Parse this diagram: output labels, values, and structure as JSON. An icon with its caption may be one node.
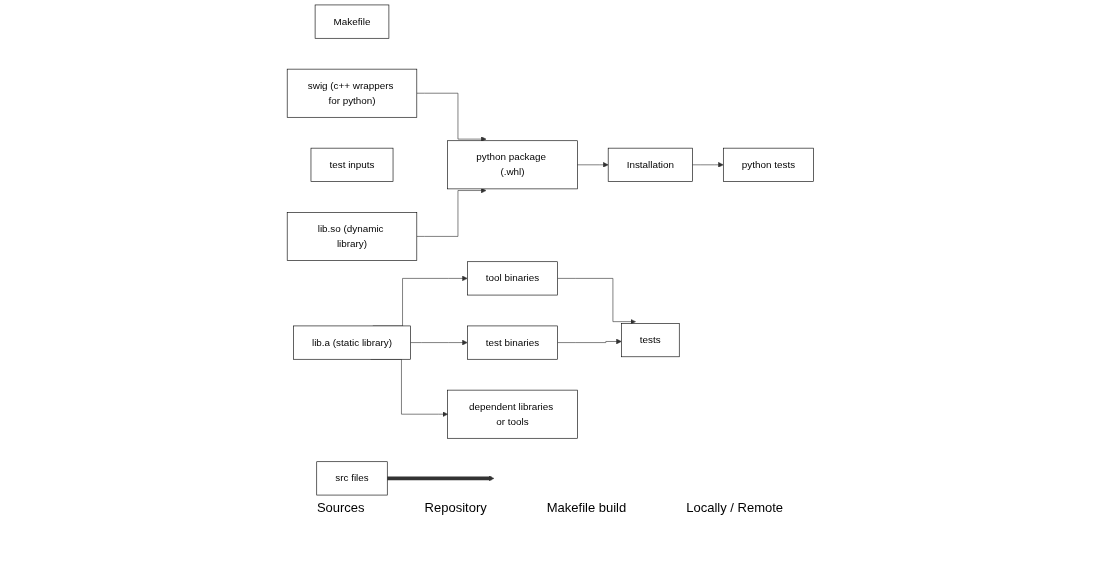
{
  "diagram": {
    "nodes": [
      {
        "text": [
          "Makefile"
        ]
      },
      {
        "text": [
          "src files"
        ]
      },
      {
        "text": [
          "test inputs"
        ]
      },
      {
        "text": [
          "swig (c++ wrappers for python)"
        ]
      },
      {
        "text": [
          "lib.so (dynamic library)"
        ]
      },
      {
        "text": [
          "lib.a (static library)"
        ]
      },
      {
        "text": [
          "python package (.whl)"
        ]
      },
      {
        "text": [
          "Installation"
        ]
      },
      {
        "text": [
          "python tests"
        ]
      },
      {
        "text": [
          "tool binaries"
        ]
      },
      {
        "text": [
          "test binaries"
        ]
      },
      {
        "text": [
          "dependent libraries or tools"
        ]
      },
      {
        "text": [
          "tests"
        ]
      }
    ],
    "edges": [
      {
        "from": 1,
        "to": null,
        "arrow": "to",
        "style": "thick"
      },
      {
        "from": 3,
        "to": 6,
        "arrow": "to"
      },
      {
        "from": 4,
        "to": 6,
        "arrow": "to"
      },
      {
        "from": 6,
        "to": 7,
        "arrow": "to"
      },
      {
        "from": 7,
        "to": 8,
        "arrow": "to"
      },
      {
        "from": 5,
        "to": 9,
        "arrow": "to"
      },
      {
        "from": 5,
        "to": 10,
        "arrow": "to"
      },
      {
        "from": 5,
        "to": 11,
        "arrow": "to"
      },
      {
        "from": 9,
        "to": 12,
        "arrow": "to"
      },
      {
        "from": 10,
        "to": 12,
        "arrow": "to"
      }
    ],
    "labels": [
      "Sources",
      "Repository",
      "Makefile build",
      "Locally / Remote"
    ]
  }
}
